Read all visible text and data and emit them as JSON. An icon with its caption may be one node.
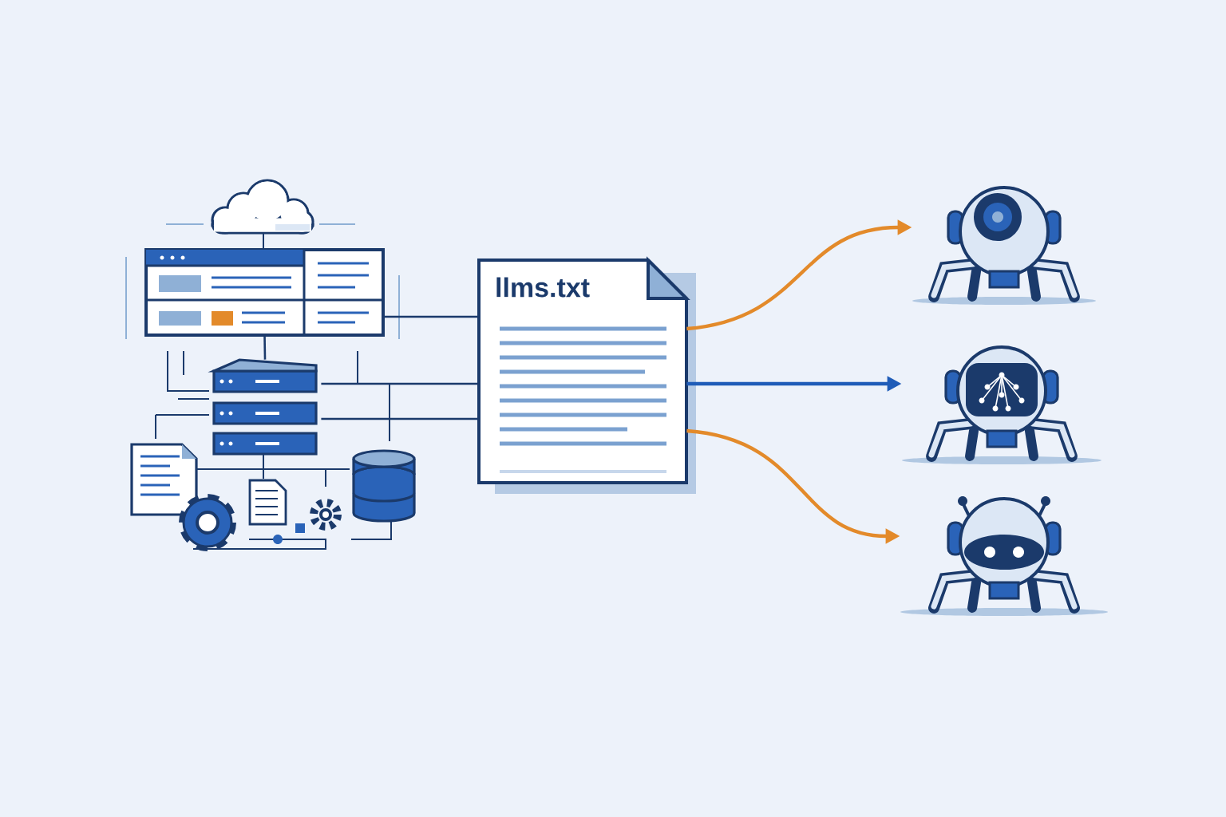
{
  "diagram": {
    "nodes": [
      {
        "text": [],
        "shape": "picture"
      },
      {
        "text": [],
        "shape": "picture"
      },
      {
        "text": [
          "llms.txt"
        ]
      },
      {
        "text": [],
        "shape": "picture"
      },
      {
        "text": [],
        "shape": "picture"
      },
      {
        "text": [],
        "shape": "picture"
      }
    ],
    "edges": [
      {
        "from": 0,
        "to": 1,
        "arrow": "none"
      },
      {
        "from": 0,
        "to": 2,
        "arrow": "none"
      },
      {
        "from": 1,
        "to": 2,
        "arrow": "none"
      },
      {
        "from": 1,
        "to": 2,
        "arrow": "none"
      },
      {
        "from": 2,
        "to": 3,
        "arrow": "to",
        "color": "#e38a2a"
      },
      {
        "from": 2,
        "to": 4,
        "arrow": "to",
        "color": "#1f5cb8"
      },
      {
        "from": 2,
        "to": 5,
        "arrow": "to",
        "color": "#e38a2a"
      }
    ]
  }
}
